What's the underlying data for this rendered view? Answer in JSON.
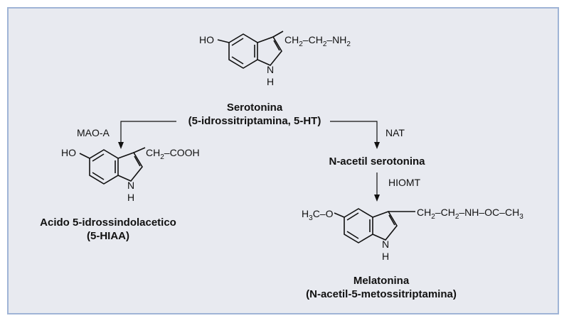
{
  "serotonin": {
    "substituent_left": "HO",
    "chain": "CH2–CH2–NH2",
    "nh": "N",
    "h": "H",
    "name": "Serotonina",
    "synonym": "(5-idrossitriptamina, 5-HT)"
  },
  "hiaa": {
    "substituent_left": "HO",
    "chain": "CH2–COOH",
    "nh": "N",
    "h": "H",
    "name": "Acido 5-idrossindolacetico",
    "abbrev": "(5-HIAA)"
  },
  "nas": {
    "name": "N-acetil serotonina"
  },
  "melatonin": {
    "substituent_left": "H3C–O",
    "chain": "CH2–CH2–NH–OC–CH3",
    "nh": "N",
    "h": "H",
    "name": "Melatonina",
    "synonym": "(N-acetil-5-metossitriptamina)"
  },
  "enzymes": {
    "mao": "MAO-A",
    "nat": "NAT",
    "hiomt": "HIOMT"
  }
}
